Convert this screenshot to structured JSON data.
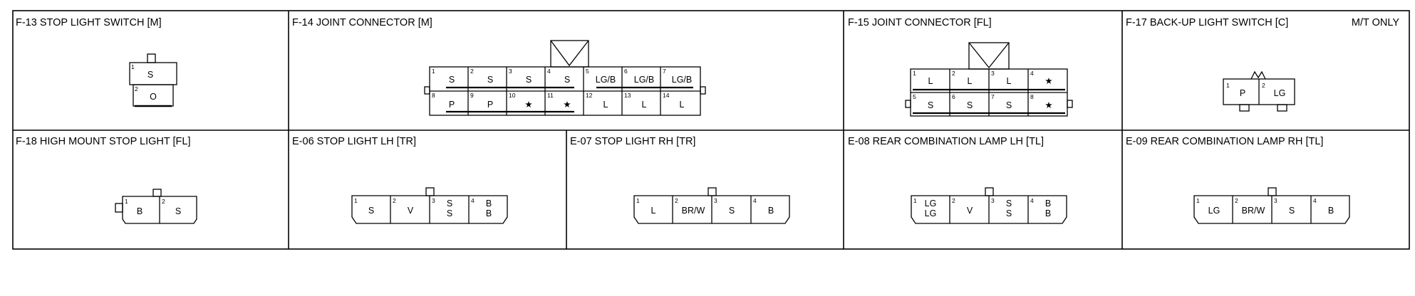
{
  "panels": [
    {
      "id": "f13",
      "title": "F-13 STOP LIGHT SWITCH [M]",
      "pins": [
        {
          "num": "1",
          "label": "S"
        },
        {
          "num": "2",
          "label": "O"
        }
      ]
    },
    {
      "id": "f14",
      "title": "F-14 JOINT CONNECTOR [M]",
      "pins": [
        {
          "num": "1",
          "label": "S"
        },
        {
          "num": "2",
          "label": "S"
        },
        {
          "num": "3",
          "label": "S"
        },
        {
          "num": "4",
          "label": "S"
        },
        {
          "num": "5",
          "label": "LG/B"
        },
        {
          "num": "6",
          "label": "LG/B"
        },
        {
          "num": "7",
          "label": "LG/B"
        },
        {
          "num": "8",
          "label": "P"
        },
        {
          "num": "9",
          "label": "P"
        },
        {
          "num": "10",
          "label": "★"
        },
        {
          "num": "11",
          "label": "★"
        },
        {
          "num": "12",
          "label": "L"
        },
        {
          "num": "13",
          "label": "L"
        },
        {
          "num": "14",
          "label": "L"
        }
      ]
    },
    {
      "id": "f15",
      "title": "F-15 JOINT CONNECTOR [FL]",
      "pins": [
        {
          "num": "1",
          "label": "L"
        },
        {
          "num": "2",
          "label": "L"
        },
        {
          "num": "3",
          "label": "L"
        },
        {
          "num": "4",
          "label": "★"
        },
        {
          "num": "5",
          "label": "S"
        },
        {
          "num": "6",
          "label": "S"
        },
        {
          "num": "7",
          "label": "S"
        },
        {
          "num": "8",
          "label": "★"
        }
      ]
    },
    {
      "id": "f17",
      "title": "F-17 BACK-UP LIGHT SWITCH [C]",
      "note": "M/T ONLY",
      "pins": [
        {
          "num": "1",
          "label": "P"
        },
        {
          "num": "2",
          "label": "LG"
        }
      ]
    },
    {
      "id": "f18",
      "title": "F-18 HIGH MOUNT STOP LIGHT [FL]",
      "pins": [
        {
          "num": "1",
          "label": "B"
        },
        {
          "num": "2",
          "label": "S"
        }
      ]
    },
    {
      "id": "e06",
      "title": "E-06 STOP LIGHT LH [TR]",
      "pins": [
        {
          "num": "1",
          "label": "S"
        },
        {
          "num": "2",
          "label": "V"
        },
        {
          "num": "3",
          "label": "S",
          "label2": "S"
        },
        {
          "num": "4",
          "label": "B",
          "label2": "B"
        }
      ]
    },
    {
      "id": "e07",
      "title": "E-07 STOP LIGHT RH [TR]",
      "pins": [
        {
          "num": "1",
          "label": "L"
        },
        {
          "num": "2",
          "label": "BR/W"
        },
        {
          "num": "3",
          "label": "S"
        },
        {
          "num": "4",
          "label": "B"
        }
      ]
    },
    {
      "id": "e08",
      "title": "E-08 REAR COMBINATION LAMP LH [TL]",
      "pins": [
        {
          "num": "1",
          "label": "LG",
          "label2": "LG"
        },
        {
          "num": "2",
          "label": "V"
        },
        {
          "num": "3",
          "label": "S",
          "label2": "S"
        },
        {
          "num": "4",
          "label": "B",
          "label2": "B"
        }
      ]
    },
    {
      "id": "e09",
      "title": "E-09 REAR COMBINATION LAMP RH [TL]",
      "pins": [
        {
          "num": "1",
          "label": "LG"
        },
        {
          "num": "2",
          "label": "BR/W"
        },
        {
          "num": "3",
          "label": "S"
        },
        {
          "num": "4",
          "label": "B"
        }
      ]
    }
  ]
}
